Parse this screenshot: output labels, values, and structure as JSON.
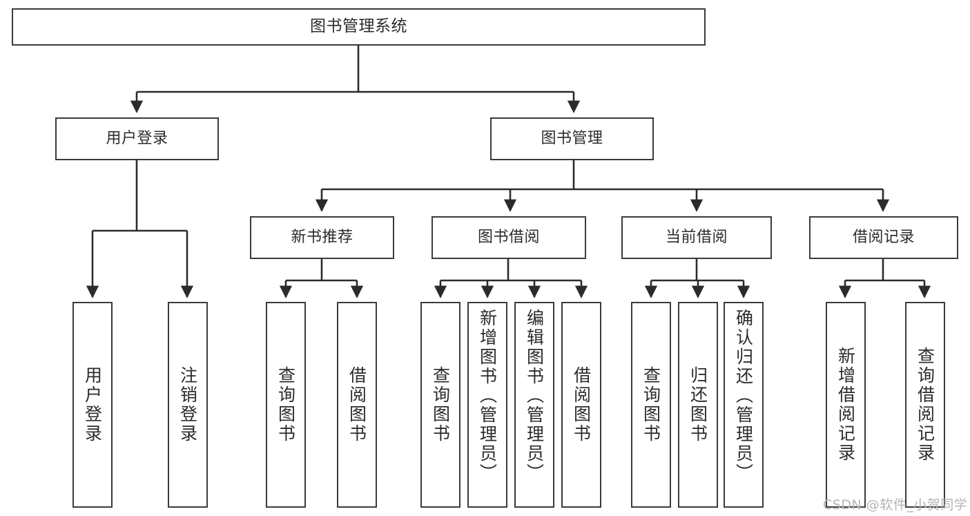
{
  "diagram": {
    "title": "图书管理系统",
    "type": "tree-hierarchy-diagram",
    "watermark": "CSDN @软件_小贺同学",
    "colors": {
      "box_border": "#3a3a3a",
      "box_fill": "#ffffff",
      "edge": "#2b2b2b",
      "text": "#2b2b2b",
      "watermark": "#b4b4b4",
      "background": "#ffffff"
    }
  },
  "nodes": {
    "root": {
      "label": "图书管理系统"
    },
    "level2": [
      {
        "id": "user-login",
        "label": "用户登录"
      },
      {
        "id": "book-management",
        "label": "图书管理"
      }
    ],
    "level3": [
      {
        "id": "new-book-recommend",
        "label": "新书推荐"
      },
      {
        "id": "book-borrow",
        "label": "图书借阅"
      },
      {
        "id": "current-borrow",
        "label": "当前借阅"
      },
      {
        "id": "borrow-record",
        "label": "借阅记录"
      }
    ],
    "leaves": {
      "user_login": [
        {
          "id": "leaf-user-login",
          "label": "用户登录"
        },
        {
          "id": "leaf-logout",
          "label": "注销登录"
        }
      ],
      "new_book_recommend": [
        {
          "id": "leaf-query-book-1",
          "label": "查询图书"
        },
        {
          "id": "leaf-borrow-book-1",
          "label": "借阅图书"
        }
      ],
      "book_borrow": [
        {
          "id": "leaf-query-book-2",
          "label": "查询图书"
        },
        {
          "id": "leaf-add-book",
          "label": "新增图书（管理员）"
        },
        {
          "id": "leaf-edit-book",
          "label": "编辑图书（管理员）"
        },
        {
          "id": "leaf-borrow-book-2",
          "label": "借阅图书"
        }
      ],
      "current_borrow": [
        {
          "id": "leaf-query-book-3",
          "label": "查询图书"
        },
        {
          "id": "leaf-return-book",
          "label": "归还图书"
        },
        {
          "id": "leaf-confirm-return",
          "label": "确认归还（管理员）"
        }
      ],
      "borrow_record": [
        {
          "id": "leaf-add-record",
          "label": "新增借阅记录"
        },
        {
          "id": "leaf-query-record",
          "label": "查询借阅记录"
        }
      ]
    }
  }
}
